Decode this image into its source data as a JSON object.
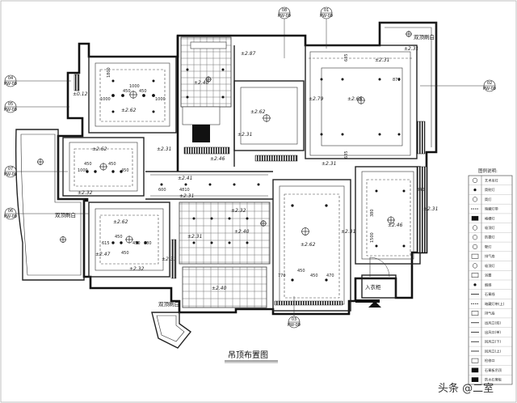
{
  "drawing_title": "吊顶布置图",
  "watermark": "头条 @二室",
  "room_labels": {
    "balcony_right": "双顶刷白",
    "balcony_left": "双顶刷白",
    "balcony_bottom": "双顶刷白",
    "closet": "入衣柜"
  },
  "section_markers": [
    {
      "num": "08",
      "sheet": "PW-09"
    },
    {
      "num": "01",
      "sheet": "PW-09"
    },
    {
      "num": "02",
      "sheet": "PW-09"
    },
    {
      "num": "04",
      "sheet": "PW-09"
    },
    {
      "num": "05",
      "sheet": "PW-09"
    },
    {
      "num": "07",
      "sheet": "PW-09"
    },
    {
      "num": "06",
      "sheet": "PW-09"
    },
    {
      "num": "03",
      "sheet": "PW-09"
    }
  ],
  "elevations": {
    "e1": "±2.87",
    "e2": "±2.31",
    "e3": "±2.31",
    "e4": "±0.12",
    "e5": "±2.62",
    "e6": "±2.40",
    "e7": "±2.62",
    "e8": "±2.66",
    "e9": "±2.79",
    "e10": "±2.62",
    "e11": "±2.32",
    "e12": "±2.31",
    "e13": "±2.41",
    "e14": "±2.31",
    "e15": "±2.31",
    "e16": "±2.32",
    "e17": "±2.62",
    "e18": "±2.40",
    "e19": "±2.31",
    "e20": "±2.62",
    "e21": "±2.31",
    "e22": "±2.46",
    "e23": "±2.31",
    "e24": "±2.47",
    "e25": "±2.32",
    "e26": "±2.40",
    "e27": "±2.31",
    "e28": "±2.31",
    "e29": "±2.46"
  },
  "dimensions": {
    "d1": "1800",
    "d2": "450",
    "d3": "450",
    "d4": "1000",
    "d5": "1000",
    "d6": "1000",
    "d7": "635",
    "d8": "870",
    "d9": "635",
    "d10": "450",
    "d11": "450",
    "d12": "450",
    "d13": "1000",
    "d14": "600",
    "d15": "4810",
    "d16": "615",
    "d17": "450",
    "d18": "450",
    "d19": "680",
    "d20": "450",
    "d21": "770",
    "d22": "450",
    "d23": "450",
    "d24": "470",
    "d25": "840",
    "d26": "380",
    "d27": "1500"
  },
  "legend": {
    "title": "图例说明:",
    "items": [
      "艺术吊灯",
      "筒射灯",
      "筒灯",
      "暗藏灯带",
      "格栅灯",
      "吸顶灯",
      "防雾灯",
      "壁灯",
      "排气扇",
      "吸顶灯",
      "浴霸",
      "烟感",
      "石膏线",
      "暗藏灯带(上)",
      "排气扇",
      "出风口(双)",
      "出风口(单)",
      "回风口(下)",
      "回风口(上)",
      "检修口",
      "石膏板吊顶",
      "防水石膏板"
    ]
  }
}
